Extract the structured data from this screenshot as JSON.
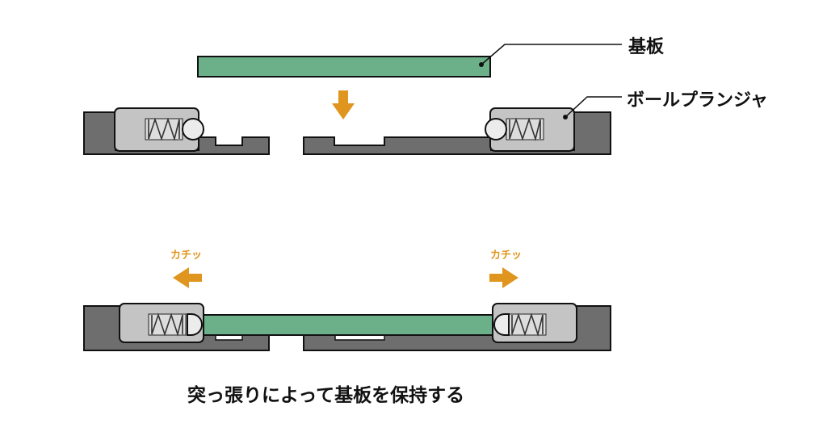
{
  "labels": {
    "board": "基板",
    "plunger": "ボールプランジャ",
    "click_left": "カチッ",
    "click_right": "カチッ",
    "caption": "突っ張りによって基板を保持する"
  },
  "colors": {
    "board": "#6cb08a",
    "base": "#6e6e6e",
    "plunger_body": "#c4c4c4",
    "ball": "#ececec",
    "arrow": "#e0951e"
  }
}
